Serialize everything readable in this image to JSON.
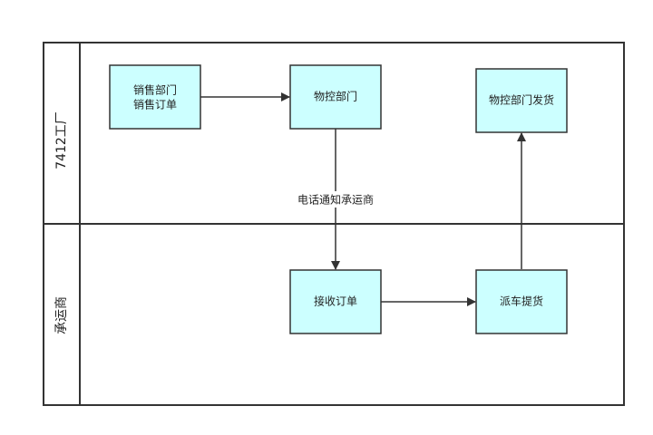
{
  "lanes": [
    {
      "id": "factory",
      "label": "7412工厂"
    },
    {
      "id": "carrier",
      "label": "承运商"
    }
  ],
  "nodes": [
    {
      "id": "sales",
      "lines": [
        "销售部门",
        "销售订单"
      ]
    },
    {
      "id": "control",
      "lines": [
        "物控部门"
      ]
    },
    {
      "id": "ship",
      "lines": [
        "物控部门发货"
      ]
    },
    {
      "id": "receive",
      "lines": [
        "接收订单"
      ]
    },
    {
      "id": "dispatch",
      "lines": [
        "派车提货"
      ]
    }
  ],
  "edges": [
    {
      "from": "sales",
      "to": "control",
      "label": ""
    },
    {
      "from": "control",
      "to": "receive",
      "label": "电话通知承运商"
    },
    {
      "from": "receive",
      "to": "dispatch",
      "label": ""
    },
    {
      "from": "dispatch",
      "to": "ship",
      "label": ""
    }
  ],
  "colors": {
    "node_fill": "#ccffff",
    "stroke": "#333333",
    "background": "#ffffff"
  }
}
